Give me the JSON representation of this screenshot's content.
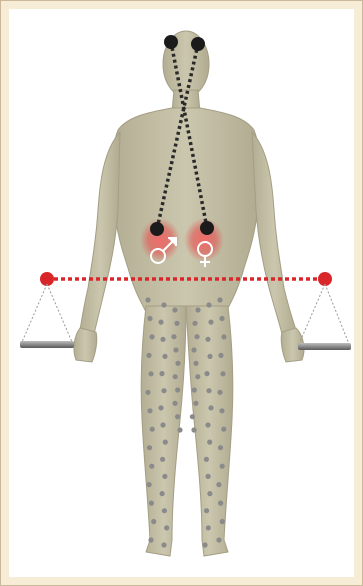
{
  "diagram": {
    "symbols": {
      "male": "♂",
      "female": "♀"
    },
    "colors": {
      "background": "#f7ecd6",
      "panel": "#ffffff",
      "body": "#c5c1a8",
      "body_shadow": "#a9a48a",
      "gland_glow": "#e64a4a",
      "link_line": "#2a2a2a",
      "balance_beam": "#d8262b",
      "scale_string": "#9a9a9a",
      "scale_pan": "#6e6e6e",
      "dots": "#8a8a8a"
    },
    "icons": [
      "human-body-figure",
      "pituitary-node",
      "adrenal-node",
      "male-symbol",
      "female-symbol",
      "balance-scale"
    ]
  }
}
